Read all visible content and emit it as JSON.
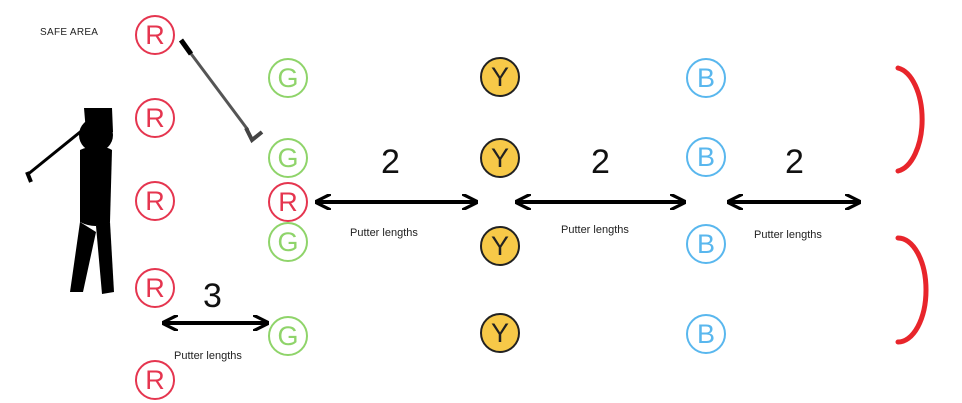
{
  "diagram": {
    "safe_area_label": "SAFE AREA",
    "markers": {
      "red_letter": "R",
      "green_letter": "G",
      "yellow_letter": "Y",
      "blue_letter": "B"
    },
    "distances": [
      {
        "value": "2",
        "unit": "Putter  lengths"
      },
      {
        "value": "2",
        "unit": "Putter lengths"
      },
      {
        "value": "2",
        "unit": "Putter lengths"
      },
      {
        "value": "3",
        "unit": "Putter lengths"
      }
    ],
    "colors": {
      "red": "#e5354f",
      "green": "#8fd46a",
      "yellow": "#f7c948",
      "blue": "#59b7ee",
      "hole_arc": "#e8252b",
      "arrow": "#000000",
      "golfer": "#000000"
    },
    "icons": [
      "golfer-silhouette-icon",
      "golf-club-icon"
    ]
  }
}
